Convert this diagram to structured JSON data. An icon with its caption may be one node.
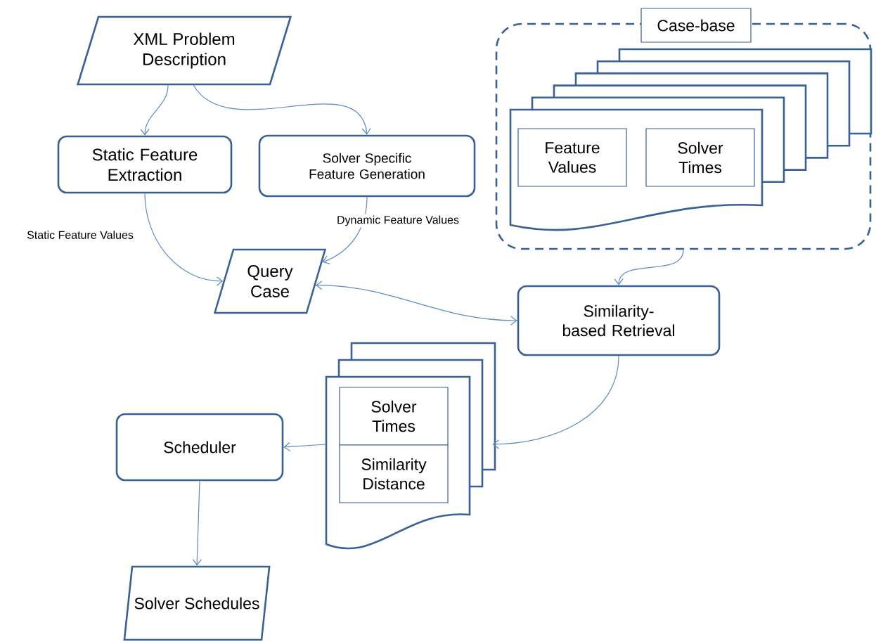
{
  "diagram": {
    "nodes": [
      {
        "text": [
          "XML Problem Description"
        ]
      },
      {
        "text": [
          "Static Feature Extraction"
        ]
      },
      {
        "text": [
          "Solver Specific Feature Generation"
        ]
      },
      {
        "text": [
          "Query Case"
        ]
      },
      {
        "text": [
          "Case-base"
        ]
      },
      {
        "text": [],
        "shape": "document",
        "in": 4
      },
      {
        "text": [
          "Feature Values"
        ],
        "in": 5
      },
      {
        "text": [
          "Solver Times"
        ],
        "in": 5
      },
      {
        "text": [
          "Similarity-based Retrieval"
        ]
      },
      {
        "text": [],
        "shape": "document"
      },
      {
        "text": [
          "Solver Times"
        ],
        "in": 9
      },
      {
        "text": [
          "Similarity Distance"
        ],
        "in": 9
      },
      {
        "text": [
          "Scheduler"
        ]
      },
      {
        "text": [
          "Solver Schedules"
        ]
      }
    ],
    "edges": [
      {
        "from": 0,
        "to": 1,
        "arrow": "to"
      },
      {
        "from": 0,
        "to": 2,
        "arrow": "to"
      },
      {
        "from": 1,
        "to": 3,
        "arrow": "to",
        "label": "Static Feature Values"
      },
      {
        "from": 2,
        "to": 3,
        "arrow": "to",
        "label": "Dynamic Feature Values"
      },
      {
        "from": 3,
        "to": 8,
        "arrow": "both"
      },
      {
        "from": 4,
        "to": 8,
        "arrow": "to"
      },
      {
        "from": 8,
        "to": 9,
        "arrow": "to"
      },
      {
        "from": 9,
        "to": 12,
        "arrow": "to"
      },
      {
        "from": 12,
        "to": 13,
        "arrow": "to"
      }
    ]
  }
}
